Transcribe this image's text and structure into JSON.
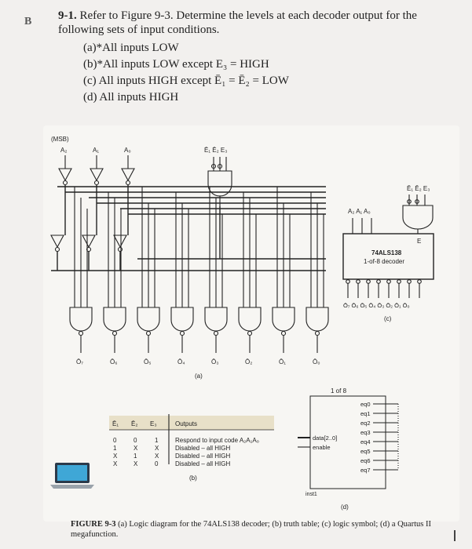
{
  "section_label": "B",
  "question": {
    "number": "9-1.",
    "stem": "Refer to Figure 9-3. Determine the levels at each decoder output for the following sets of input conditions.",
    "parts": [
      "(a)*All inputs LOW",
      "(b)*All inputs LOW except E₃ = HIGH",
      "(c) All inputs HIGH except Ē₁ = Ē₂ = LOW",
      "(d) All inputs HIGH"
    ]
  },
  "figure_a": {
    "msb": "(MSB)",
    "inputs": [
      "A₂",
      "A₁",
      "A₀"
    ],
    "enable_label": "Ē₁ Ē₂ E₃",
    "outputs": [
      "Ō₇",
      "Ō₆",
      "Ō₅",
      "Ō₄",
      "Ō₃",
      "Ō₂",
      "Ō₁",
      "Ō₀"
    ],
    "label": "(a)"
  },
  "figure_b": {
    "headers": [
      "Ē₁",
      "Ē₂",
      "E₃",
      "Outputs"
    ],
    "rows": [
      {
        "e1": "0",
        "e2": "0",
        "e3": "1",
        "out": "Respond to input code A₂A₁A₀"
      },
      {
        "e1": "1",
        "e2": "X",
        "e3": "X",
        "out": "Disabled – all HIGH"
      },
      {
        "e1": "X",
        "e2": "1",
        "e3": "X",
        "out": "Disabled – all HIGH"
      },
      {
        "e1": "X",
        "e2": "X",
        "e3": "0",
        "out": "Disabled – all HIGH"
      }
    ],
    "label": "(b)"
  },
  "figure_c": {
    "enable_label": "Ē₁ Ē₂ E₃",
    "inputs_label": "A₂ A₁ A₀",
    "e_label": "E",
    "chip": "74ALS138",
    "desc": "1-of-8 decoder",
    "outputs_label": "Ō₇ Ō₆ Ō₅ Ō₄ Ō₃ Ō₂ Ō₁ Ō₀",
    "label": "(c)"
  },
  "figure_d": {
    "title": "1 of 8",
    "inputs": [
      "data[2..0]",
      "enable"
    ],
    "outputs": [
      "eq0",
      "eq1",
      "eq2",
      "eq3",
      "eq4",
      "eq5",
      "eq6",
      "eq7"
    ],
    "inst": "inst1",
    "label": "(d)"
  },
  "caption": {
    "bold": "FIGURE 9-3",
    "text": "(a) Logic diagram for the 74ALS138 decoder; (b) truth table; (c) logic symbol; (d) a Quartus II megafunction."
  }
}
